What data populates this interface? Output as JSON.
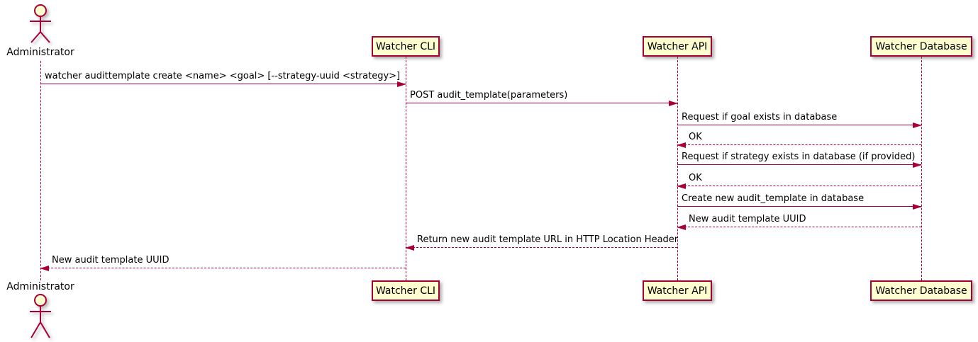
{
  "diagram_type": "uml-sequence-diagram",
  "colors": {
    "accent_border": "#A80036",
    "participant_fill": "#FEFECE",
    "text": "#000000",
    "background": "#FFFFFF"
  },
  "actors": [
    {
      "name": "Administrator"
    }
  ],
  "participants": [
    {
      "label": "Watcher CLI"
    },
    {
      "label": "Watcher API"
    },
    {
      "label": "Watcher Database"
    }
  ],
  "messages": [
    {
      "from": "Administrator",
      "to": "Watcher CLI",
      "type": "solid",
      "text": "watcher audittemplate create <name> <goal> [--strategy-uuid <strategy>]"
    },
    {
      "from": "Watcher CLI",
      "to": "Watcher API",
      "type": "solid",
      "text": "POST audit_template(parameters)"
    },
    {
      "from": "Watcher API",
      "to": "Watcher Database",
      "type": "solid",
      "text": "Request if goal exists in database"
    },
    {
      "from": "Watcher Database",
      "to": "Watcher API",
      "type": "dashed",
      "text": "OK"
    },
    {
      "from": "Watcher API",
      "to": "Watcher Database",
      "type": "solid",
      "text": "Request if strategy exists in database (if provided)"
    },
    {
      "from": "Watcher Database",
      "to": "Watcher API",
      "type": "dashed",
      "text": "OK"
    },
    {
      "from": "Watcher API",
      "to": "Watcher Database",
      "type": "solid",
      "text": "Create new audit_template in database"
    },
    {
      "from": "Watcher Database",
      "to": "Watcher API",
      "type": "dashed",
      "text": "New audit template UUID"
    },
    {
      "from": "Watcher API",
      "to": "Watcher CLI",
      "type": "dashed",
      "text": "Return new audit template URL in HTTP Location Header"
    },
    {
      "from": "Watcher CLI",
      "to": "Administrator",
      "type": "dashed",
      "text": "New audit template UUID"
    }
  ]
}
